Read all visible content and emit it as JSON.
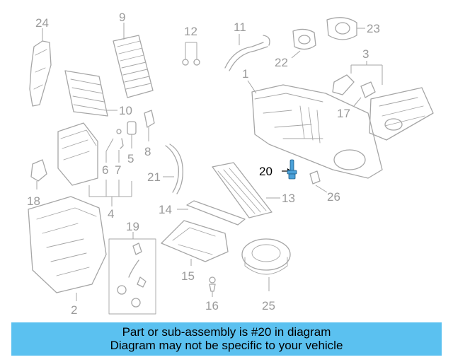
{
  "diagram": {
    "labels": {
      "p1": "1",
      "p2": "2",
      "p3": "3",
      "p4": "4",
      "p5": "5",
      "p6": "6",
      "p7": "7",
      "p8": "8",
      "p9": "9",
      "p10": "10",
      "p11": "11",
      "p12": "12",
      "p13": "13",
      "p14": "14",
      "p15": "15",
      "p16": "16",
      "p17": "17",
      "p18": "18",
      "p19": "19",
      "p20": "20",
      "p21": "21",
      "p22": "22",
      "p23": "23",
      "p24": "24",
      "p25": "25",
      "p26": "26"
    },
    "highlight_color": "#4aa0d8"
  },
  "footer": {
    "line1": "Part or sub-assembly is #20 in diagram",
    "line2": "Diagram may not be specific to your vehicle",
    "background": "#5bc1f0"
  }
}
